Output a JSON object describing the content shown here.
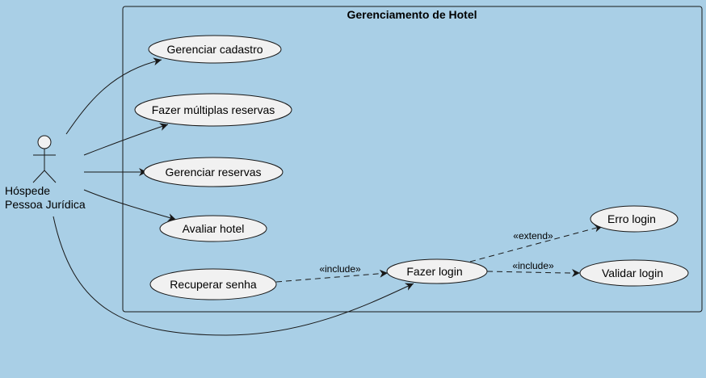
{
  "system": {
    "title": "Gerenciamento de Hotel"
  },
  "actor": {
    "line1": "Hóspede",
    "line2": "Pessoa Jurídica"
  },
  "use_cases": {
    "gerenciar_cadastro": "Gerenciar cadastro",
    "fazer_multiplas_reservas": "Fazer múltiplas reservas",
    "gerenciar_reservas": "Gerenciar reservas",
    "avaliar_hotel": "Avaliar hotel",
    "recuperar_senha": "Recuperar senha",
    "fazer_login": "Fazer login",
    "erro_login": "Erro login",
    "validar_login": "Validar login"
  },
  "relations": {
    "include_recuperar": "«include»",
    "include_validar": "«include»",
    "extend_erro": "«extend»"
  },
  "colors": {
    "background": "#a9cfe6",
    "usecase_fill": "#f1f1f1",
    "stroke": "#181818"
  }
}
